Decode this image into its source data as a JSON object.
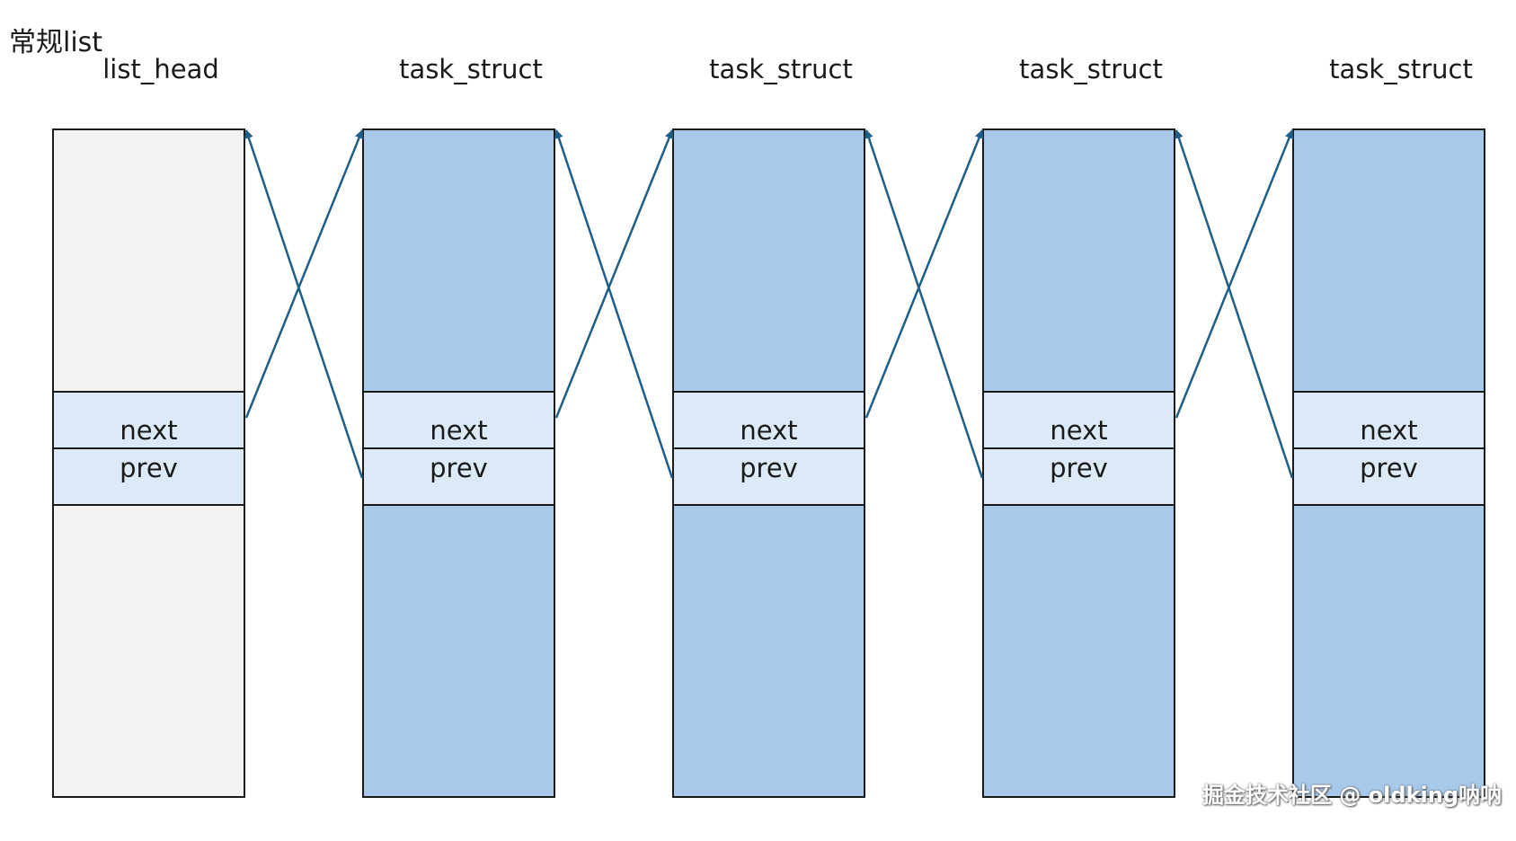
{
  "title": "常规list",
  "nodes": [
    {
      "label": "list_head",
      "next": "next",
      "prev": "prev",
      "kind": "head"
    },
    {
      "label": "task_struct",
      "next": "next",
      "prev": "prev",
      "kind": "task"
    },
    {
      "label": "task_struct",
      "next": "next",
      "prev": "prev",
      "kind": "task"
    },
    {
      "label": "task_struct",
      "next": "next",
      "prev": "prev",
      "kind": "task"
    },
    {
      "label": "task_struct",
      "next": "next",
      "prev": "prev",
      "kind": "task"
    }
  ],
  "colors": {
    "head_fill": "#f2f2f2",
    "task_fill": "#a9c9eb",
    "field_fill": "#dce9f6",
    "arrow": "#1f5f87"
  },
  "watermark": "掘金技术社区 @ oldking呐呐"
}
